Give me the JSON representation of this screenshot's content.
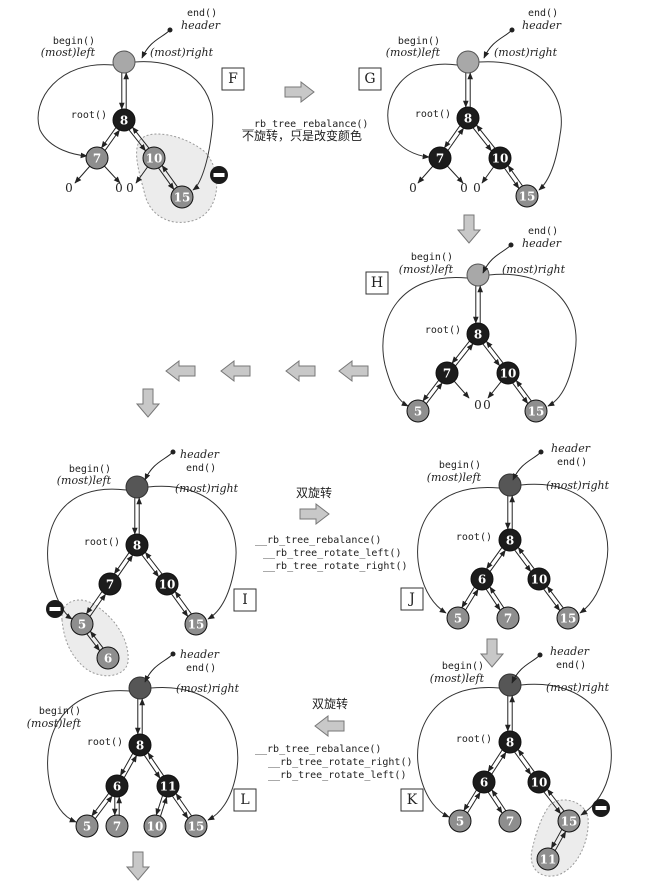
{
  "colors": {
    "black_node": "#1c1c1c",
    "red_node": "#8e8e8e",
    "header_node": "#a8a8a8",
    "header_dark": "#565656",
    "highlight": "#ececec",
    "arrow_fill": "#c8c8c8"
  },
  "text": {
    "begin": "begin()",
    "end": "end()",
    "header": "header",
    "mostleft": "(most)left",
    "mostright": "(most)right",
    "root": "root()",
    "zero": "0",
    "rebalance": "__rb_tree_rebalance()",
    "rotate_left": "__rb_tree_rotate_left()",
    "rotate_right": "__rb_tree_rotate_right()",
    "no_rotate_note": "不旋转，只是改变颜色",
    "double_rotate": "双旋转",
    "remove_icon": "minus-circle-icon"
  },
  "panels": [
    {
      "id": "F",
      "label": "F",
      "nodes": [
        {
          "key": "8",
          "color": "black"
        },
        {
          "key": "7",
          "color": "red"
        },
        {
          "key": "10",
          "color": "red"
        },
        {
          "key": "15",
          "color": "red"
        }
      ]
    },
    {
      "id": "G",
      "label": "G",
      "nodes": [
        {
          "key": "8",
          "color": "black"
        },
        {
          "key": "7",
          "color": "black"
        },
        {
          "key": "10",
          "color": "black"
        },
        {
          "key": "15",
          "color": "red"
        }
      ]
    },
    {
      "id": "H",
      "label": "H",
      "nodes": [
        {
          "key": "8",
          "color": "black"
        },
        {
          "key": "7",
          "color": "black"
        },
        {
          "key": "10",
          "color": "black"
        },
        {
          "key": "5",
          "color": "red"
        },
        {
          "key": "15",
          "color": "red"
        }
      ]
    },
    {
      "id": "I",
      "label": "I",
      "nodes": [
        {
          "key": "8",
          "color": "black"
        },
        {
          "key": "7",
          "color": "black"
        },
        {
          "key": "10",
          "color": "black"
        },
        {
          "key": "5",
          "color": "red"
        },
        {
          "key": "15",
          "color": "red"
        },
        {
          "key": "6",
          "color": "red"
        }
      ]
    },
    {
      "id": "J",
      "label": "J",
      "nodes": [
        {
          "key": "8",
          "color": "black"
        },
        {
          "key": "6",
          "color": "black"
        },
        {
          "key": "10",
          "color": "black"
        },
        {
          "key": "5",
          "color": "red"
        },
        {
          "key": "7",
          "color": "red"
        },
        {
          "key": "15",
          "color": "red"
        }
      ]
    },
    {
      "id": "K",
      "label": "K",
      "nodes": [
        {
          "key": "8",
          "color": "black"
        },
        {
          "key": "6",
          "color": "black"
        },
        {
          "key": "10",
          "color": "black"
        },
        {
          "key": "5",
          "color": "red"
        },
        {
          "key": "7",
          "color": "red"
        },
        {
          "key": "15",
          "color": "red"
        },
        {
          "key": "11",
          "color": "red"
        }
      ]
    },
    {
      "id": "L",
      "label": "L",
      "nodes": [
        {
          "key": "8",
          "color": "black"
        },
        {
          "key": "6",
          "color": "black"
        },
        {
          "key": "11",
          "color": "black"
        },
        {
          "key": "5",
          "color": "red"
        },
        {
          "key": "7",
          "color": "red"
        },
        {
          "key": "10",
          "color": "red"
        },
        {
          "key": "15",
          "color": "red"
        }
      ]
    }
  ]
}
